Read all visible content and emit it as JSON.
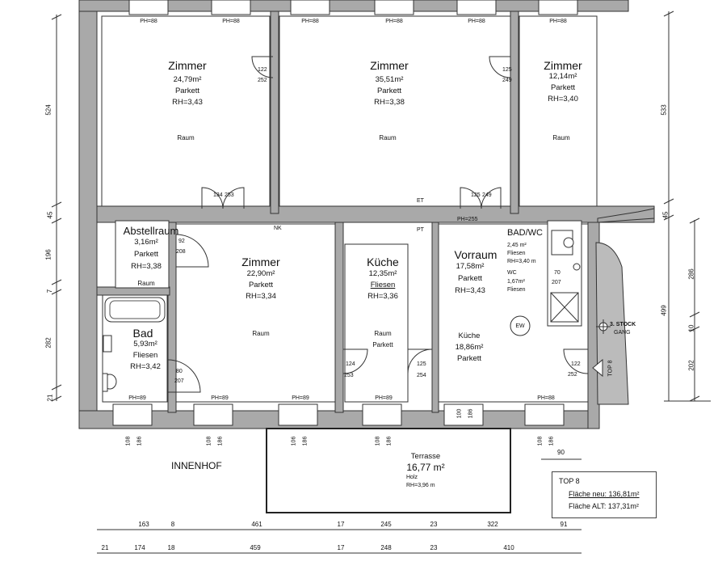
{
  "rooms": {
    "zimmer1": {
      "name": "Zimmer",
      "area": "24,79m²",
      "floor": "Parkett",
      "height": "RH=3,43",
      "type": "Raum"
    },
    "zimmer2": {
      "name": "Zimmer",
      "area": "35,51m²",
      "floor": "Parkett",
      "height": "RH=3,38",
      "type": "Raum"
    },
    "zimmer3": {
      "name": "Zimmer",
      "area": "12,14m²",
      "floor": "Parkett",
      "height": "RH=3,40",
      "type": "Raum"
    },
    "abstellraum": {
      "name": "Abstellraum",
      "area": "3,16m²",
      "floor": "Parkett",
      "height": "RH=3,38",
      "type": "Raum"
    },
    "zimmer4": {
      "name": "Zimmer",
      "area": "22,90m²",
      "floor": "Parkett",
      "height": "RH=3,34",
      "type": "Raum"
    },
    "kueche": {
      "name": "Küche",
      "area": "12,35m²",
      "floor": "Fliesen",
      "height": "RH=3,36",
      "type": "Raum",
      "type2": "Parkett"
    },
    "vorraum": {
      "name": "Vorraum",
      "area": "17,58m²",
      "floor": "Parkett",
      "height": "RH=3,43",
      "sub": "Küche",
      "sub_area": "18,86m²",
      "sub_floor": "Parkett"
    },
    "badwc": {
      "name": "BAD/WC",
      "area": "2,45 m²",
      "floor": "Fliesen",
      "height": "RH=3,40 m",
      "wc": "WC",
      "wc_area": "1,67m²",
      "wc_floor": "Fliesen"
    },
    "bad": {
      "name": "Bad",
      "area": "5,93m²",
      "floor": "Fliesen",
      "height": "RH=3,42"
    },
    "terrasse": {
      "name": "Terrasse",
      "area": "16,77 m²",
      "floor": "Holz",
      "height": "RH=3,96 m"
    }
  },
  "labels": {
    "innenhof": "INNENHOF",
    "stock": "3. STOCK",
    "gang": "GANG",
    "top": "TOP 8",
    "ew": "EW",
    "nk": "NK",
    "et": "ET",
    "pt": "PT"
  },
  "info_box": {
    "title": "TOP 8",
    "flaeche_neu": "Fläche neu: 136,81m²",
    "flaeche_alt": "Fläche ALT: 137,31m²"
  },
  "ph": {
    "top": [
      "PH=88",
      "PH=88",
      "PH=88",
      "PH=88",
      "PH=88",
      "PH=88"
    ],
    "bottom": [
      "PH=89",
      "PH=89",
      "PH=89",
      "PH=89",
      "PH=88"
    ],
    "nk": "PH=255"
  },
  "doors": {
    "d1": [
      "122",
      "252"
    ],
    "d2": [
      "125",
      "249"
    ],
    "d3": [
      "134",
      "253"
    ],
    "d4": [
      "125",
      "249"
    ],
    "d5": [
      "92",
      "208"
    ],
    "d6": [
      "80",
      "207"
    ],
    "d7": [
      "124",
      "253"
    ],
    "d8": [
      "125",
      "254"
    ],
    "d9": [
      "122",
      "252"
    ],
    "d10": [
      "70",
      "207"
    ]
  },
  "window_dims": {
    "w1": [
      "108",
      "186"
    ],
    "w2": [
      "108",
      "186"
    ],
    "w3": [
      "106",
      "186"
    ],
    "w4": [
      "108",
      "186"
    ],
    "w5": [
      "100",
      "186"
    ],
    "w6": [
      "108",
      "186"
    ]
  },
  "dims_left": [
    "524",
    "45",
    "196",
    "7",
    "282",
    "21"
  ],
  "dims_right_a": [
    "533",
    "45"
  ],
  "dims_right_b": [
    "286",
    "499",
    "10",
    "202"
  ],
  "dims_terrace": "90",
  "dims_bottom1": [
    "163",
    "8",
    "461",
    "17",
    "245",
    "23",
    "322",
    "91"
  ],
  "dims_bottom2": [
    "21",
    "174",
    "18",
    "459",
    "17",
    "248",
    "23",
    "410"
  ]
}
